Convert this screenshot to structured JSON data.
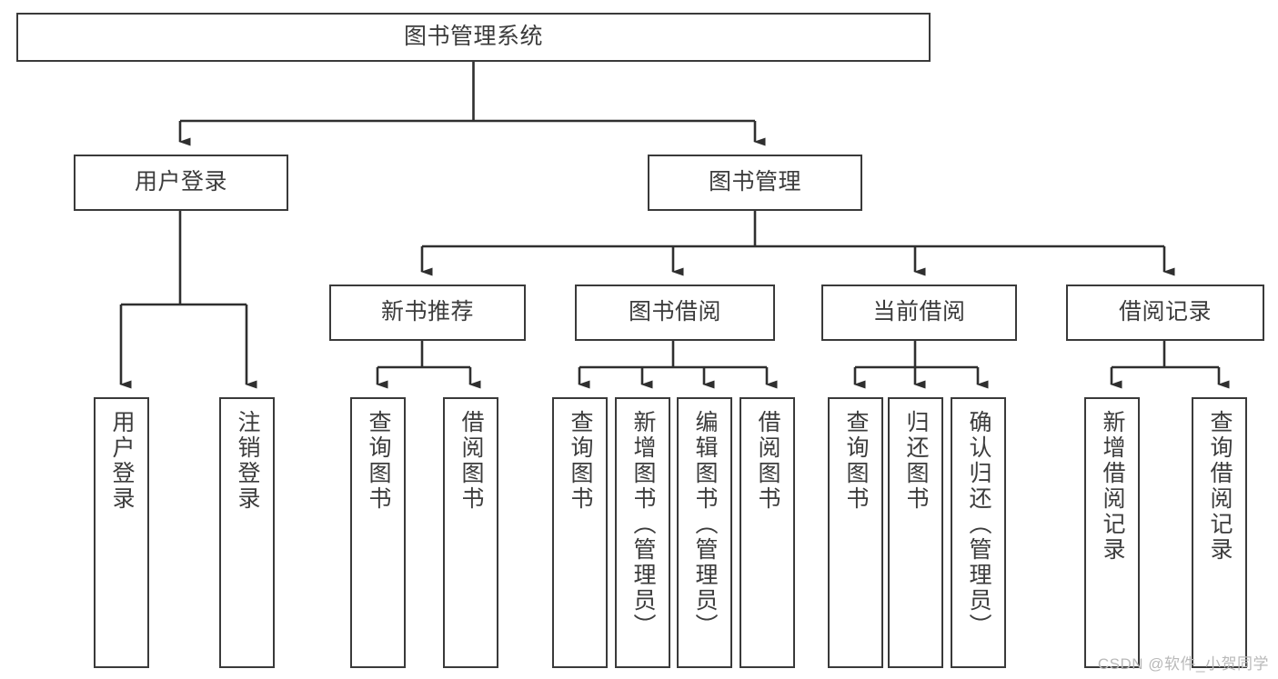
{
  "diagram": {
    "type": "tree-hierarchy",
    "title": "图书管理系统",
    "watermark": "CSDN @软件_小贺同学",
    "colors": {
      "box_border": "#3a3a3a",
      "box_fill": "#ffffff",
      "text": "#3c3c3c",
      "connector": "#2f2f2f",
      "watermark": "#b9b9b9"
    },
    "nodes": {
      "root": {
        "label": "图书管理系统",
        "level": 0
      },
      "level1": [
        {
          "id": "user-login",
          "label": "用户登录"
        },
        {
          "id": "book-manage",
          "label": "图书管理"
        }
      ],
      "level2": [
        {
          "id": "new-book-recommend",
          "label": "新书推荐",
          "parent": "book-manage"
        },
        {
          "id": "book-borrow",
          "label": "图书借阅",
          "parent": "book-manage"
        },
        {
          "id": "current-borrow",
          "label": "当前借阅",
          "parent": "book-manage"
        },
        {
          "id": "borrow-record",
          "label": "借阅记录",
          "parent": "book-manage"
        }
      ],
      "leaves": {
        "user-login": [
          {
            "id": "leaf-user-login",
            "label": "用户登录"
          },
          {
            "id": "leaf-logout",
            "label": "注销登录"
          }
        ],
        "new-book-recommend": [
          {
            "id": "leaf-query-book-1",
            "label": "查询图书"
          },
          {
            "id": "leaf-borrow-book-1",
            "label": "借阅图书"
          }
        ],
        "book-borrow": [
          {
            "id": "leaf-query-book-2",
            "label": "查询图书"
          },
          {
            "id": "leaf-add-book",
            "label": "新增图书（管理员）"
          },
          {
            "id": "leaf-edit-book",
            "label": "编辑图书（管理员）"
          },
          {
            "id": "leaf-borrow-book-2",
            "label": "借阅图书"
          }
        ],
        "current-borrow": [
          {
            "id": "leaf-query-book-3",
            "label": "查询图书"
          },
          {
            "id": "leaf-return-book",
            "label": "归还图书"
          },
          {
            "id": "leaf-confirm-return",
            "label": "确认归还（管理员）"
          }
        ],
        "borrow-record": [
          {
            "id": "leaf-add-record",
            "label": "新增借阅记录"
          },
          {
            "id": "leaf-query-record",
            "label": "查询借阅记录"
          }
        ]
      }
    }
  }
}
